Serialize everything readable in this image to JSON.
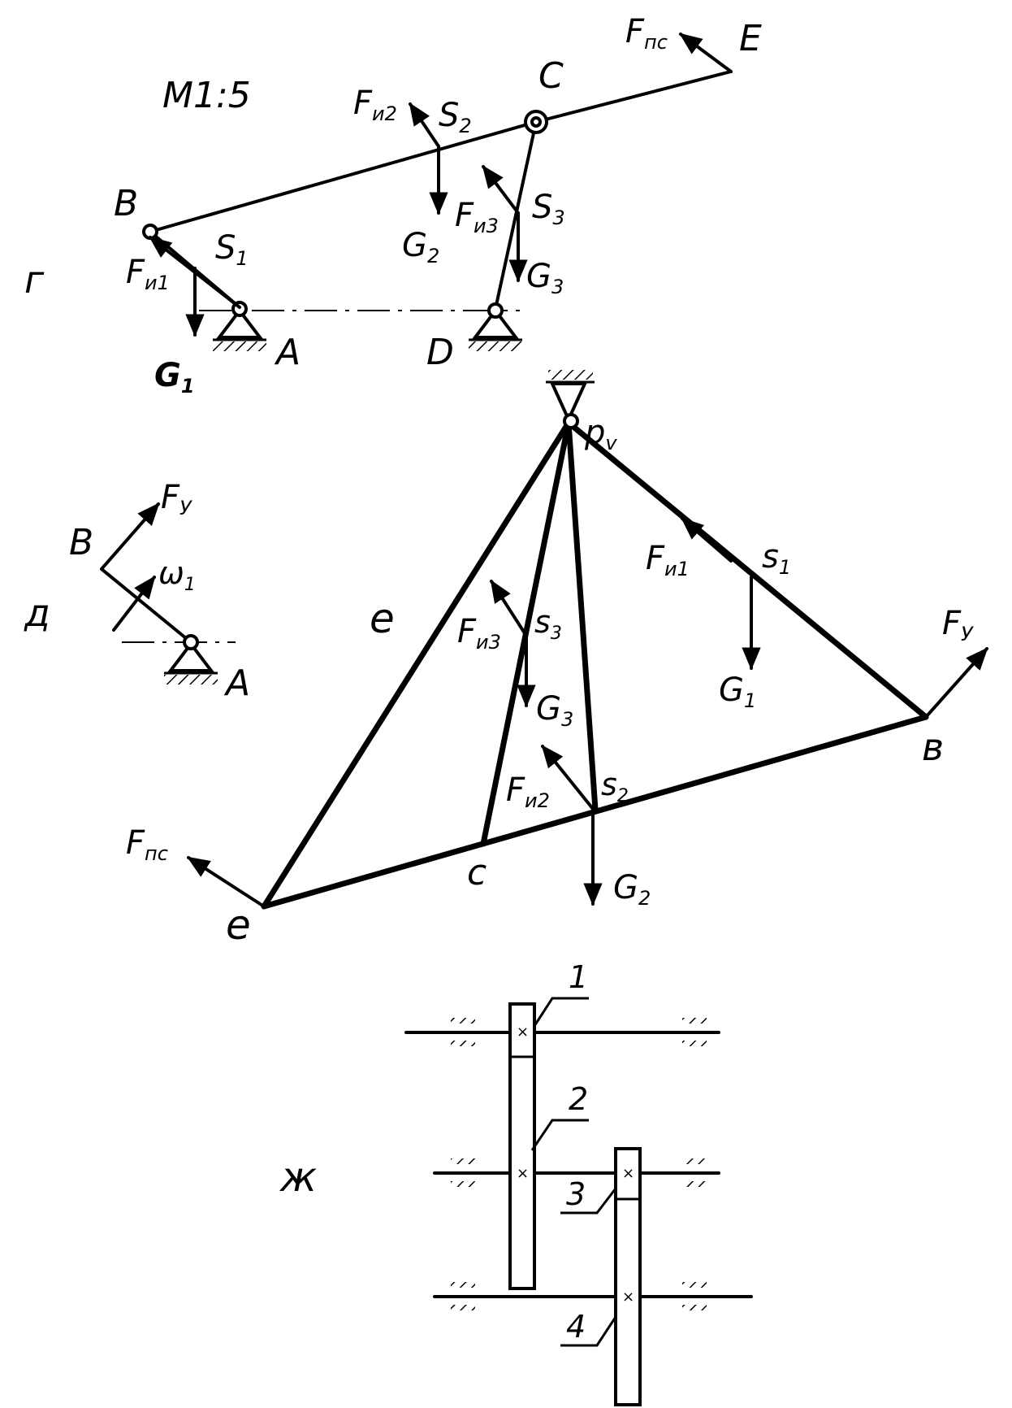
{
  "scheme_g": {
    "panel_label": "г",
    "scale": "M1:5",
    "points": {
      "A": "A",
      "B": "B",
      "C": "C",
      "D": "D",
      "E": "E"
    },
    "forces": {
      "F_pc": {
        "main": "F",
        "sub": "пс"
      },
      "F_i1": {
        "main": "F",
        "sub": "и1"
      },
      "F_i2": {
        "main": "F",
        "sub": "и2"
      },
      "F_i3": {
        "main": "F",
        "sub": "и3"
      },
      "G1": {
        "main": "G",
        "sub": "1"
      },
      "G2": {
        "main": "G",
        "sub": "2"
      },
      "G3": {
        "main": "G",
        "sub": "3"
      }
    },
    "centers": {
      "S1": {
        "main": "S",
        "sub": "1"
      },
      "S2": {
        "main": "S",
        "sub": "2"
      },
      "S3": {
        "main": "S",
        "sub": "3"
      }
    }
  },
  "scheme_d": {
    "panel_label": "д",
    "points": {
      "A": "A",
      "B": "B"
    },
    "force_Fy": {
      "main": "F",
      "sub": "У"
    },
    "omega": {
      "main": "ω",
      "sub": "1"
    }
  },
  "velocity_plan": {
    "label_top_e": "e",
    "pole": {
      "main": "p",
      "sub": "v"
    },
    "points": {
      "b": "в",
      "c": "c",
      "e": "e"
    },
    "forces": {
      "F_i1": {
        "main": "F",
        "sub": "и1"
      },
      "F_i2": {
        "main": "F",
        "sub": "и2"
      },
      "F_i3": {
        "main": "F",
        "sub": "и3"
      },
      "F_pc": {
        "main": "F",
        "sub": "пс"
      },
      "F_y": {
        "main": "F",
        "sub": "У"
      },
      "G1": {
        "main": "G",
        "sub": "1"
      },
      "G2": {
        "main": "G",
        "sub": "2"
      },
      "G3": {
        "main": "G",
        "sub": "3"
      }
    },
    "centers": {
      "s1": {
        "main": "s",
        "sub": "1"
      },
      "s2": {
        "main": "s",
        "sub": "2"
      },
      "s3": {
        "main": "s",
        "sub": "3"
      }
    }
  },
  "gear_train": {
    "panel_label": "ж",
    "gears": [
      "1",
      "2",
      "3",
      "4"
    ]
  }
}
